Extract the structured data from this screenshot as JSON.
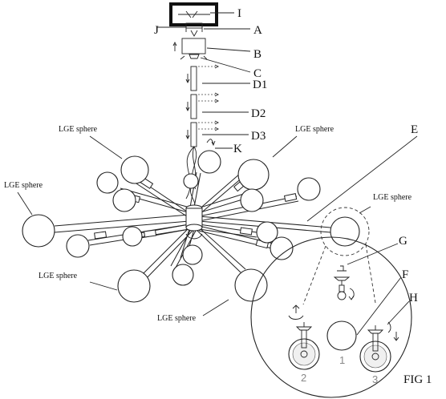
{
  "figure": {
    "title": "FIG 1",
    "parts": {
      "I": "I",
      "J": "J",
      "A": "A",
      "B": "B",
      "C": "C",
      "D1": "D1",
      "D2": "D2",
      "D3": "D3",
      "K": "K",
      "E": "E",
      "F": "F",
      "G": "G",
      "H": "H"
    },
    "sphere_label": "LGE sphere",
    "detail_steps": [
      "2",
      "1",
      "3"
    ]
  }
}
